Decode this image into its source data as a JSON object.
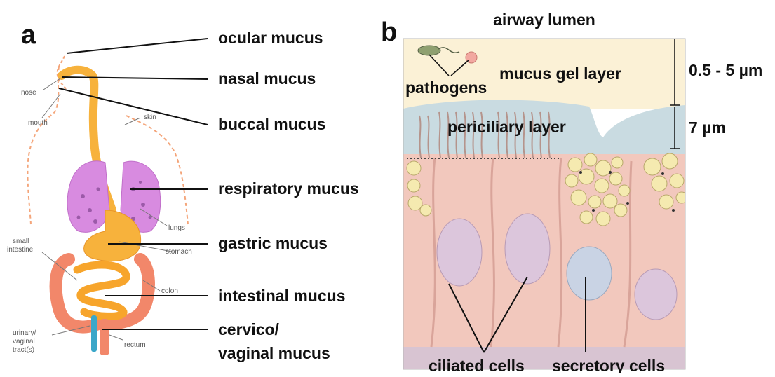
{
  "panel_a": {
    "letter": "a",
    "labels": [
      "ocular mucus",
      "nasal mucus",
      "buccal mucus",
      "respiratory mucus",
      "gastric mucus",
      "intestinal mucus",
      "cervico/",
      "vaginal mucus"
    ],
    "small_labels": {
      "nose": "nose",
      "mouth": "mouth",
      "skin": "skin",
      "lungs": "lungs",
      "stomach": "stomach",
      "small_intestine_1": "small",
      "small_intestine_2": "intestine",
      "colon": "colon",
      "urinary_1": "urinary/",
      "urinary_2": "vaginal",
      "urinary_3": "tract(s)",
      "rectum": "rectum"
    }
  },
  "panel_b": {
    "letter": "b",
    "airway_lumen": "airway lumen",
    "mucus_gel_layer": "mucus gel layer",
    "pathogens": "pathogens",
    "periciliary_layer": "periciliary layer",
    "gel_thickness": "0.5 - 5 µm",
    "pcl_thickness": "7 µm",
    "ciliated_cells": "ciliated cells",
    "secretory_cells": "secretory cells"
  },
  "colors": {
    "mucus_gel": "#fbf1d6",
    "periciliary": "#c9dbe1",
    "cell": "#f2c8bd",
    "nucleus": "#dcc6dc",
    "granule": "#f5eab0",
    "lung": "#d88be0",
    "gut": "#f4a63a",
    "colon": "#f2876a"
  }
}
